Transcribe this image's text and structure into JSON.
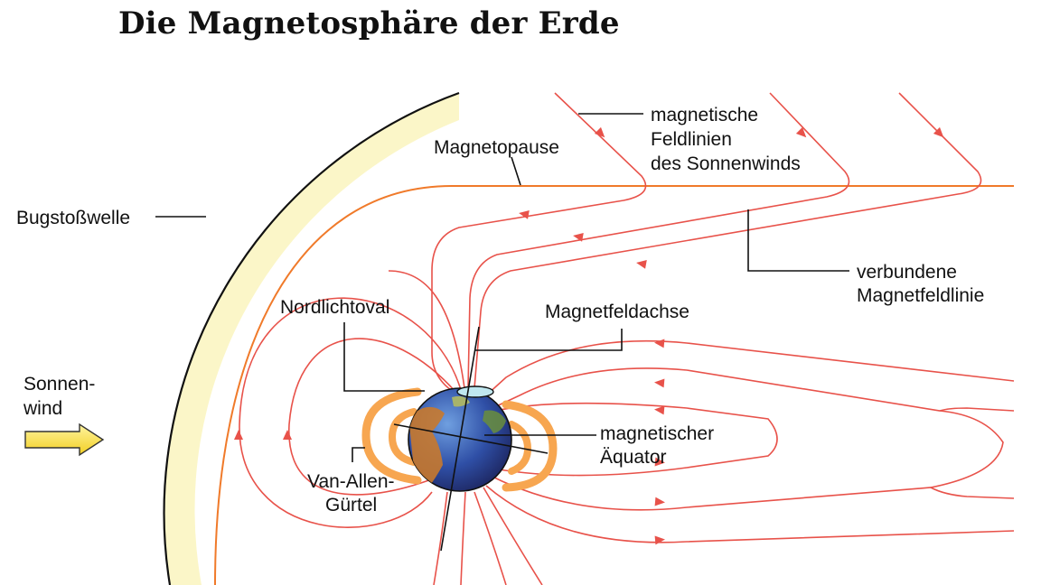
{
  "title": "Die Magnetosphäre der Erde",
  "labels": {
    "bow_shock": "Bugstoßwelle",
    "solar_wind": [
      "Sonnen-",
      "wind"
    ],
    "magnetopause": "Magnetopause",
    "solar_field_lines": [
      "magnetische",
      "Feldlinien",
      "des Sonnenwinds"
    ],
    "connected_line": [
      "verbundene",
      "Magnetfeldlinie"
    ],
    "aurora_oval": "Nordlichtoval",
    "magnetic_axis": "Magnetfeldachse",
    "magnetic_equator": [
      "magnetischer",
      "Äquator"
    ],
    "van_allen": [
      "Van-Allen-",
      "Gürtel"
    ]
  },
  "colors": {
    "field_line": "#e8524a",
    "magnetopause": "#f07a2a",
    "bow_shock_fill": "#fbf6c8",
    "van_allen_belt": "#f7a650",
    "solar_wind_arrow": "#f6d836",
    "earth_ocean": "#3a5fb8",
    "earth_land": "#c8792e"
  }
}
